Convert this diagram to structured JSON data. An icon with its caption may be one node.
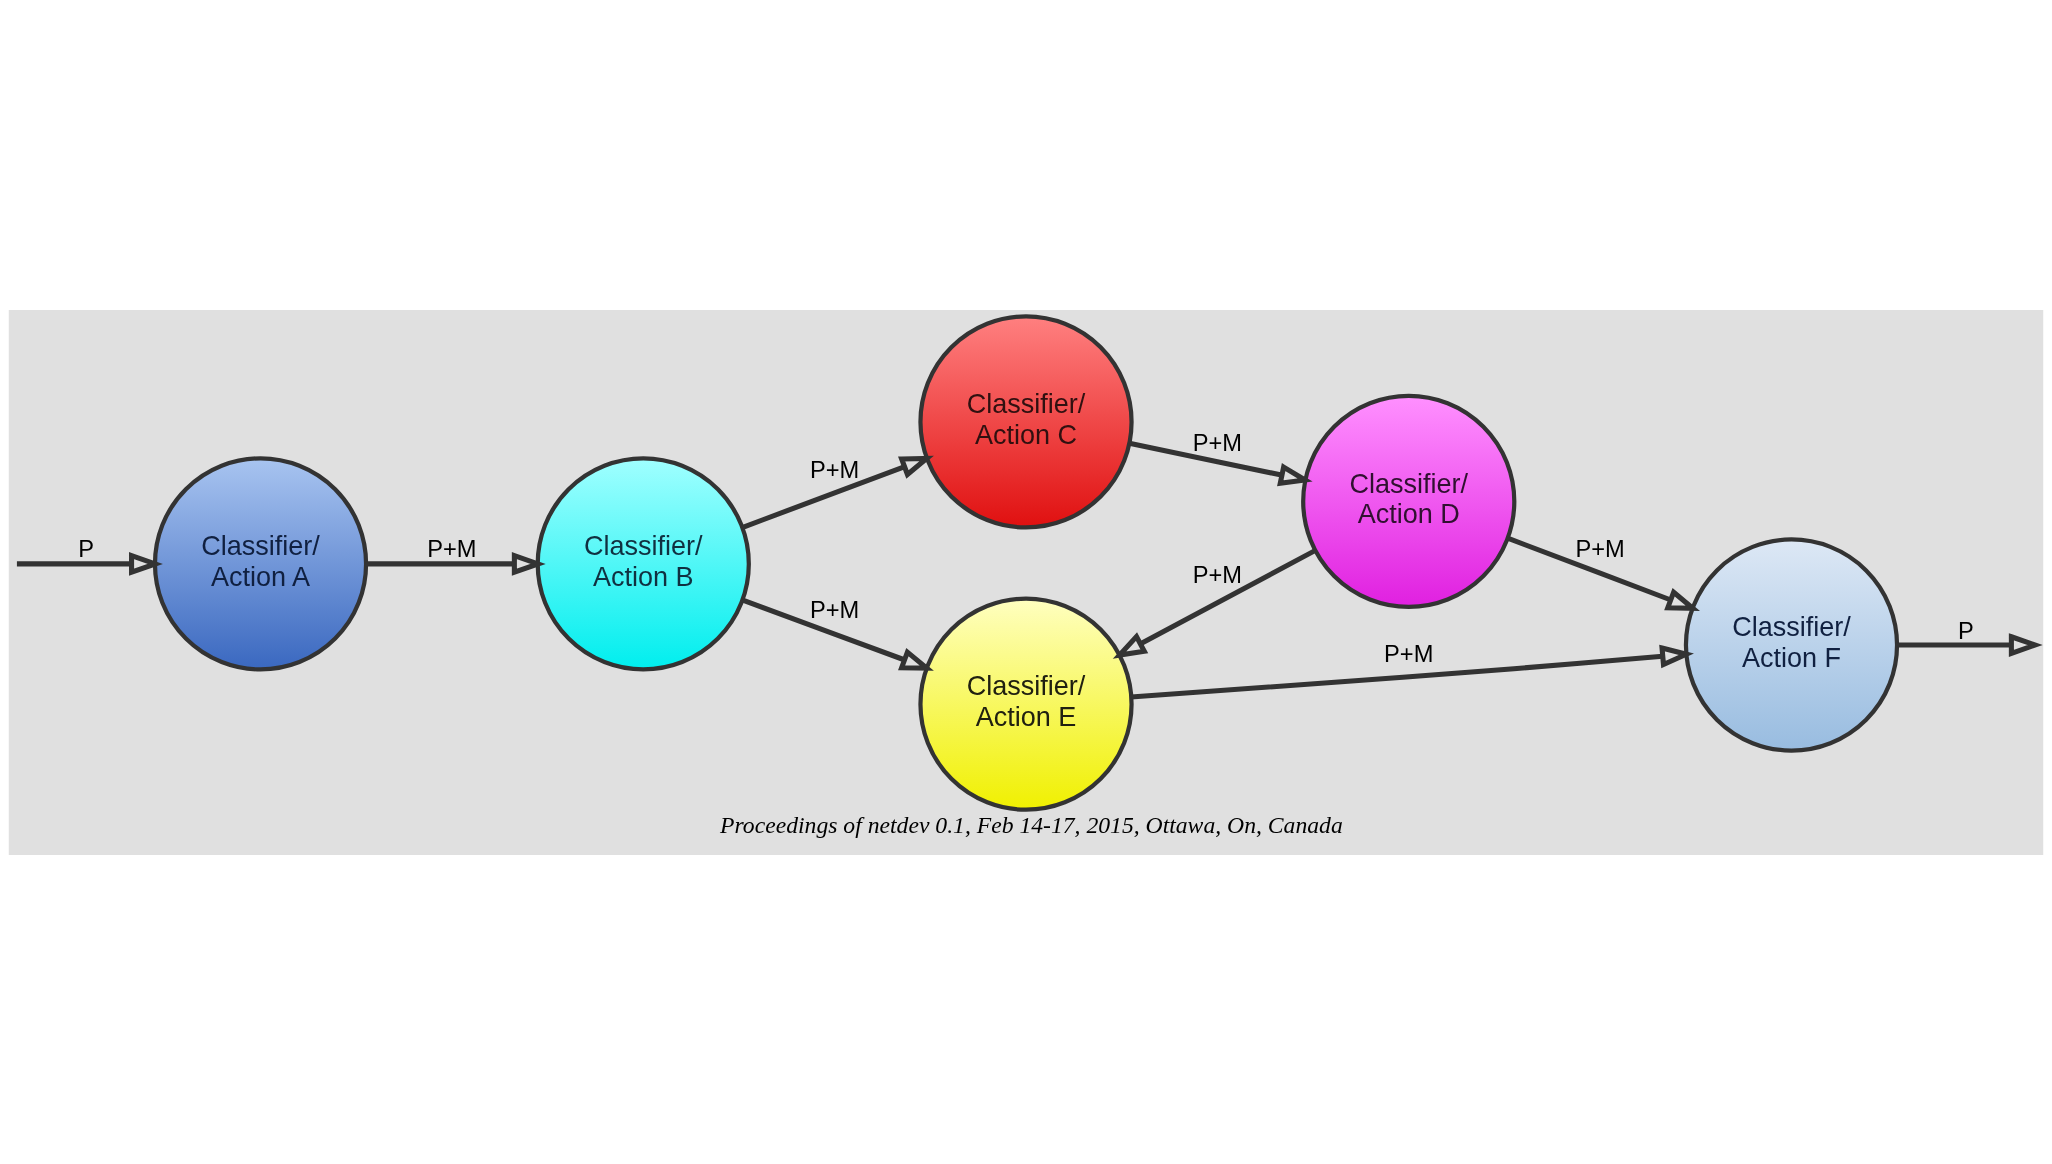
{
  "diagram": {
    "caption": "Proceedings of netdev 0.1, Feb 14-17, 2015, Ottawa, On, Canada",
    "nodes": [
      {
        "text": [
          "Classifier/ Action A"
        ]
      },
      {
        "text": [
          "Classifier/ Action B"
        ]
      },
      {
        "text": [
          "Classifier/ Action C"
        ]
      },
      {
        "text": [
          "Classifier/ Action D"
        ]
      },
      {
        "text": [
          "Classifier/ Action E"
        ]
      },
      {
        "text": [
          "Classifier/ Action F"
        ]
      }
    ],
    "edges": [
      {
        "from": null,
        "to": 0,
        "arrow": "to",
        "label": "P"
      },
      {
        "from": 0,
        "to": 1,
        "arrow": "to",
        "label": "P+M"
      },
      {
        "from": 1,
        "to": 2,
        "arrow": "to",
        "label": "P+M"
      },
      {
        "from": 1,
        "to": 4,
        "arrow": "to",
        "label": "P+M"
      },
      {
        "from": 2,
        "to": 3,
        "arrow": "to",
        "label": "P+M"
      },
      {
        "from": 3,
        "to": 4,
        "arrow": "to",
        "label": "P+M"
      },
      {
        "from": 3,
        "to": 5,
        "arrow": "to",
        "label": "P+M"
      },
      {
        "from": 4,
        "to": 5,
        "arrow": "to",
        "label": "P+M"
      },
      {
        "from": 5,
        "to": null,
        "arrow": "to",
        "label": "P"
      }
    ]
  }
}
